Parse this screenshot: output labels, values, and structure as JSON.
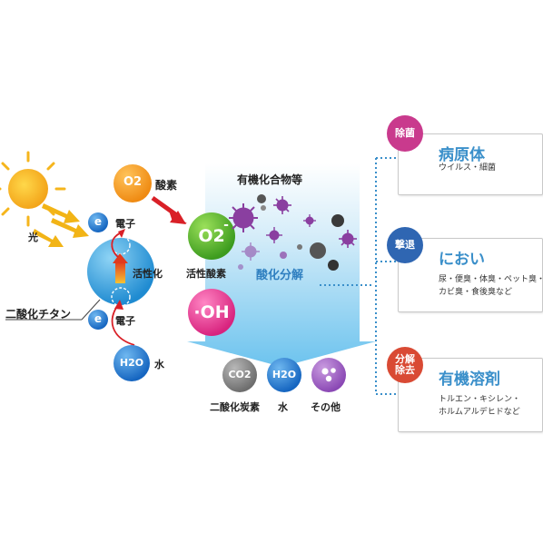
{
  "left": {
    "light": "光",
    "oxygen": "O2",
    "oxygen_label": "酸素",
    "electron_symbol": "e",
    "electron_label": "電子",
    "activation_label": "活性化",
    "titanium_label": "二酸化チタン",
    "water": "H2O",
    "water_label": "水"
  },
  "center": {
    "organics_title": "有機化合物等",
    "superoxide": "O2",
    "superoxide_charge": "-",
    "active_oxygen_label": "活性酸素",
    "decomposition_label": "酸化分解",
    "hydroxyl": "·OH",
    "products": [
      {
        "symbol": "CO2",
        "label": "二酸化炭素"
      },
      {
        "symbol": "H2O",
        "label": "水"
      },
      {
        "symbol": "",
        "label": "その他"
      }
    ]
  },
  "cards": [
    {
      "badge": "除菌",
      "title": "病原体",
      "desc": [
        "ウイルス・細菌"
      ],
      "badge_color": "#c93a8d"
    },
    {
      "badge": "撃退",
      "title": "におい",
      "desc": [
        "尿・便臭・体臭・ペット臭・",
        "カビ臭・食後臭など"
      ],
      "badge_color": "#2f66b2"
    },
    {
      "badge": "分解\n除去",
      "title": "有機溶剤",
      "desc": [
        "トルエン・キシレン・",
        "ホルムアルデヒドなど"
      ],
      "badge_color": "#d94a34"
    }
  ],
  "colors": {
    "accent_blue": "#3a8fca",
    "dotted_line": "#3a8fca",
    "arrow_red": "#d92027"
  }
}
